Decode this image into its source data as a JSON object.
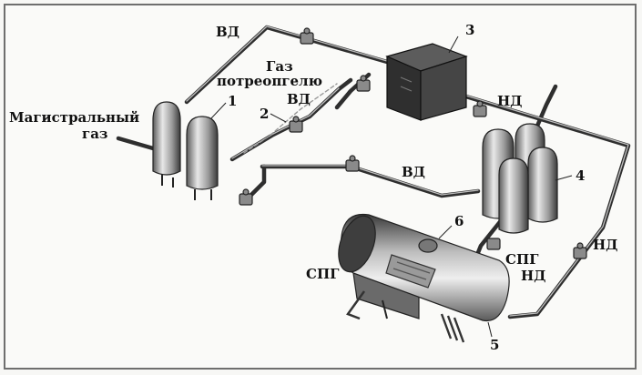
{
  "labels": {
    "vd_top": "ВД",
    "gas_line1": "Газ",
    "gas_line2": "потреопгелю",
    "vd_mid": "ВД",
    "num2": "2",
    "num1": "1",
    "mag_line1": "Магистральный",
    "mag_line2": "газ",
    "num3": "3",
    "nd_top": "НД",
    "vd_low": "ВД",
    "num4": "4",
    "num6": "6",
    "spg_left": "СПГ",
    "spg_right": "СПГ",
    "nd_right": "НД",
    "nd_far": "НД",
    "num5": "5"
  }
}
